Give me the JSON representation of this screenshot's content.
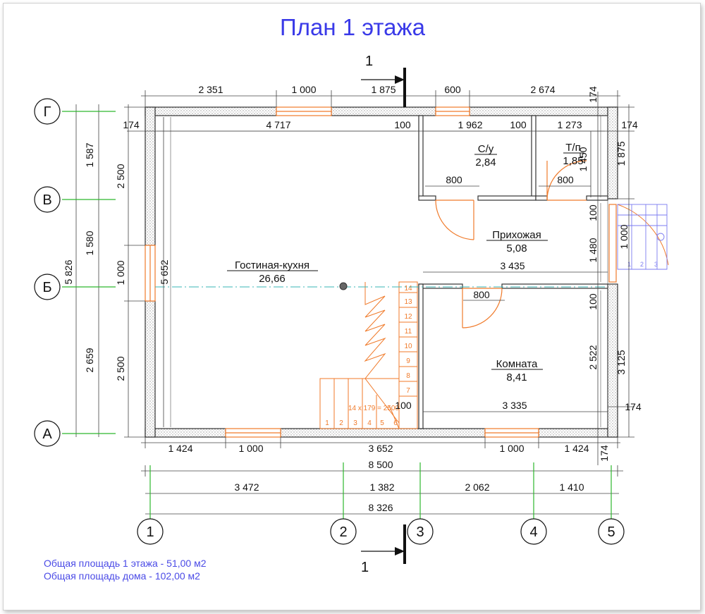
{
  "title": "План 1 этажа",
  "section_mark": "1",
  "axes": {
    "rows": [
      "Г",
      "В",
      "Б",
      "А"
    ],
    "cols": [
      "1",
      "2",
      "3",
      "4",
      "5"
    ]
  },
  "rooms": {
    "living": {
      "name": "Гостиная-кухня",
      "area": "26,66"
    },
    "bath": {
      "name": "С/у",
      "area": "2,84"
    },
    "wc": {
      "name": "Т/п",
      "area": "1,85"
    },
    "hall": {
      "name": "Прихожая",
      "area": "5,08"
    },
    "room": {
      "name": "Комната",
      "area": "8,41"
    }
  },
  "stair_label": "14 х 179 = 2500",
  "stair_steps": [
    "1",
    "2",
    "3",
    "4",
    "5",
    "6",
    "7",
    "8",
    "9",
    "10",
    "11",
    "12",
    "13",
    "14"
  ],
  "porch_labels": [
    "1",
    "2",
    "3"
  ],
  "dims": {
    "top_row": [
      "2 351",
      "1 000",
      "1 875",
      "600",
      "2 674"
    ],
    "top_corner": "174",
    "inner_top": [
      "174",
      "4 717",
      "100",
      "1 962",
      "100",
      "1 273",
      "174"
    ],
    "bath_door": "800",
    "wc_door": "800",
    "room_door": "800",
    "inner_3435": "3 435",
    "inner_3335": "3 335",
    "inner_100_bottom": "100",
    "right_174": "174",
    "left_outer": [
      "1 587",
      "1 580",
      "2 659"
    ],
    "left_total": "5 826",
    "left_mid": [
      "2 500",
      "1 000",
      "2 500"
    ],
    "left_inner": "5 652",
    "right_wc": "1 450",
    "right_outer": [
      "1 875",
      "3 125"
    ],
    "right_inner": [
      "100",
      "1 480",
      "100",
      "2 522"
    ],
    "porch": "1 000",
    "bottom_row": [
      "1 424",
      "1 000",
      "3 652",
      "1 000",
      "1 424"
    ],
    "bottom_corner": "174",
    "total_8500": "8 500",
    "axis_row": [
      "3 472",
      "1 382",
      "2 062",
      "1 410"
    ],
    "total_8326": "8 326"
  },
  "notes": [
    "Общая площадь 1 этажа - 51,00 м2",
    "Общая площадь дома - 102,00 м2"
  ],
  "colors": {
    "title": "#3a3ae8",
    "window": "#f07a2a",
    "axis_line": "#2db82d",
    "wall_outline": "#333333"
  }
}
